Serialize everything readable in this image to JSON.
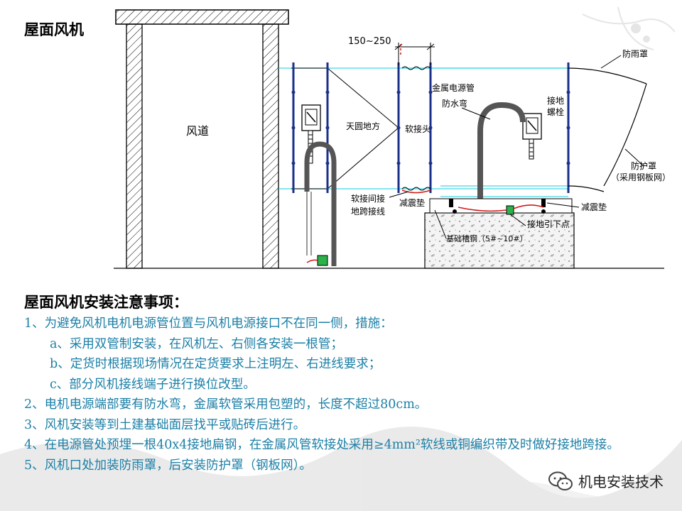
{
  "title": "屋面风机",
  "labels": {
    "duct": "风道",
    "dimension": "150~250",
    "rain_hood": "防雨罩",
    "metal_conduit": "金属电源管",
    "waterproof_bend": "防水弯",
    "ground_bolt_1": "接地",
    "ground_bolt_2": "螺栓",
    "transition": "天圆地方",
    "flexible_joint": "软接头",
    "guard_1": "防护罩",
    "guard_2": "（采用钢板网）",
    "soft_joint_wire_1": "软接间接",
    "soft_joint_wire_2": "地跨接线",
    "damper_left": "减震垫",
    "damper_right": "减震垫",
    "ground_point": "接地引下点",
    "base_channel": "基础槽钢（5#~10#）"
  },
  "notes_title": "屋面风机安装注意事项：",
  "notes": [
    "1、为避免风机电机电源管位置与风机电源接口不在同一侧，措施：",
    "a、采用双管制安装，在风机左、右侧各安装一根管；",
    "b、定货时根据现场情况在定货要求上注明左、右进线要求；",
    "c、部分风机接线端子进行换位改型。",
    "2、电机电源端部要有防水弯，金属软管采用包塑的，长度不超过80cm。",
    "3、风机安装等到土建基础面层找平或贴砖后进行。",
    "4、在电源管处预埋一根40x4接地扁钢，在金属风管软接处采用≥4mm²软线或铜编织带及时做好接地跨接。",
    "5、风机口处加装防雨罩，后安装防护罩（钢板网）。"
  ],
  "watermark": "机电安装技术",
  "colors": {
    "note_text": "#1b7fa6",
    "cyan_line": "#3fd6e6",
    "blue_frame": "#1a2f8a",
    "red_wire": "#d21a1a",
    "conduit": "#555555",
    "green_box": "#2bb24a"
  }
}
